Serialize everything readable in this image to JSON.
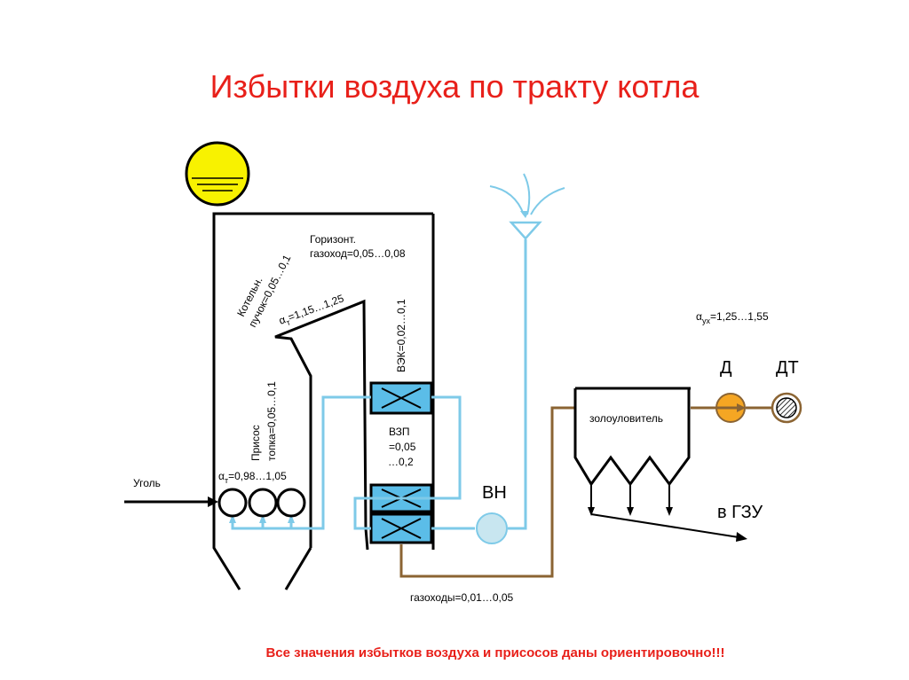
{
  "title": "Избытки воздуха по тракту котла",
  "labels": {
    "coal": "Уголь",
    "alpha_t": "α",
    "alpha_t_sub": "т",
    "alpha_t_val": "=0,98…1,05",
    "firebox_suction_1": "Присос",
    "firebox_suction_2": "топка=0,05…0,1",
    "boiler_bundle_1": "Котельн.",
    "boiler_bundle_2": "пучок=0,05…0,1",
    "alpha_top": "α",
    "alpha_top_sub": "т",
    "alpha_top_val": "=1,15…1,25",
    "horiz_duct_1": "Горизонт.",
    "horiz_duct_2": "газоход=0,05…0,08",
    "vek": "ВЭК=0,02…0,1",
    "vzp_1": "ВЗП",
    "vzp_2": "=0,05",
    "vzp_3": "…0,2",
    "vn": "ВН",
    "gas_ducts": "газоходы=0,01…0,05",
    "ash_collector": "золоуловитель",
    "to_gzu": "в ГЗУ",
    "alpha_ux": "α",
    "alpha_ux_sub": "ух",
    "alpha_ux_val": "=1,25…1,55",
    "d": "Д",
    "dt": "ДТ"
  },
  "note": "Все значения избытков воздуха и присосов даны ориентировочно!!!",
  "colors": {
    "title": "#e8201a",
    "drum": "#f8f200",
    "air_line": "#7ecae8",
    "flue_line": "#8b6433",
    "heater_fill": "#5bbde8",
    "fan_d": "#f5a623",
    "fan_vn": "#c8e6f0"
  }
}
